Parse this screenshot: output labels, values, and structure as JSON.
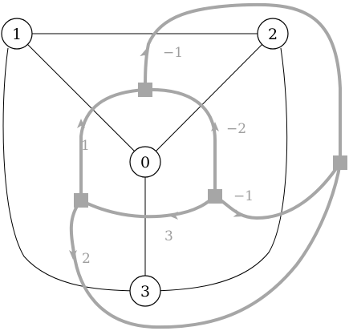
{
  "graph": {
    "vertices": [
      {
        "id": "0",
        "label": "0"
      },
      {
        "id": "1",
        "label": "1"
      },
      {
        "id": "2",
        "label": "2"
      },
      {
        "id": "3",
        "label": "3"
      }
    ],
    "edges": [
      {
        "from": "1",
        "to": "2"
      },
      {
        "from": "1",
        "to": "0"
      },
      {
        "from": "2",
        "to": "0"
      },
      {
        "from": "0",
        "to": "3"
      },
      {
        "from": "1",
        "to": "3"
      },
      {
        "from": "2",
        "to": "3"
      }
    ],
    "dual_edge_labels": [
      "−1",
      "−2",
      "−1",
      "3",
      "1",
      "2"
    ],
    "colors": {
      "primal": "#000000",
      "dual": "#a6a6a6",
      "dual_label": "#9e9e9e"
    }
  }
}
